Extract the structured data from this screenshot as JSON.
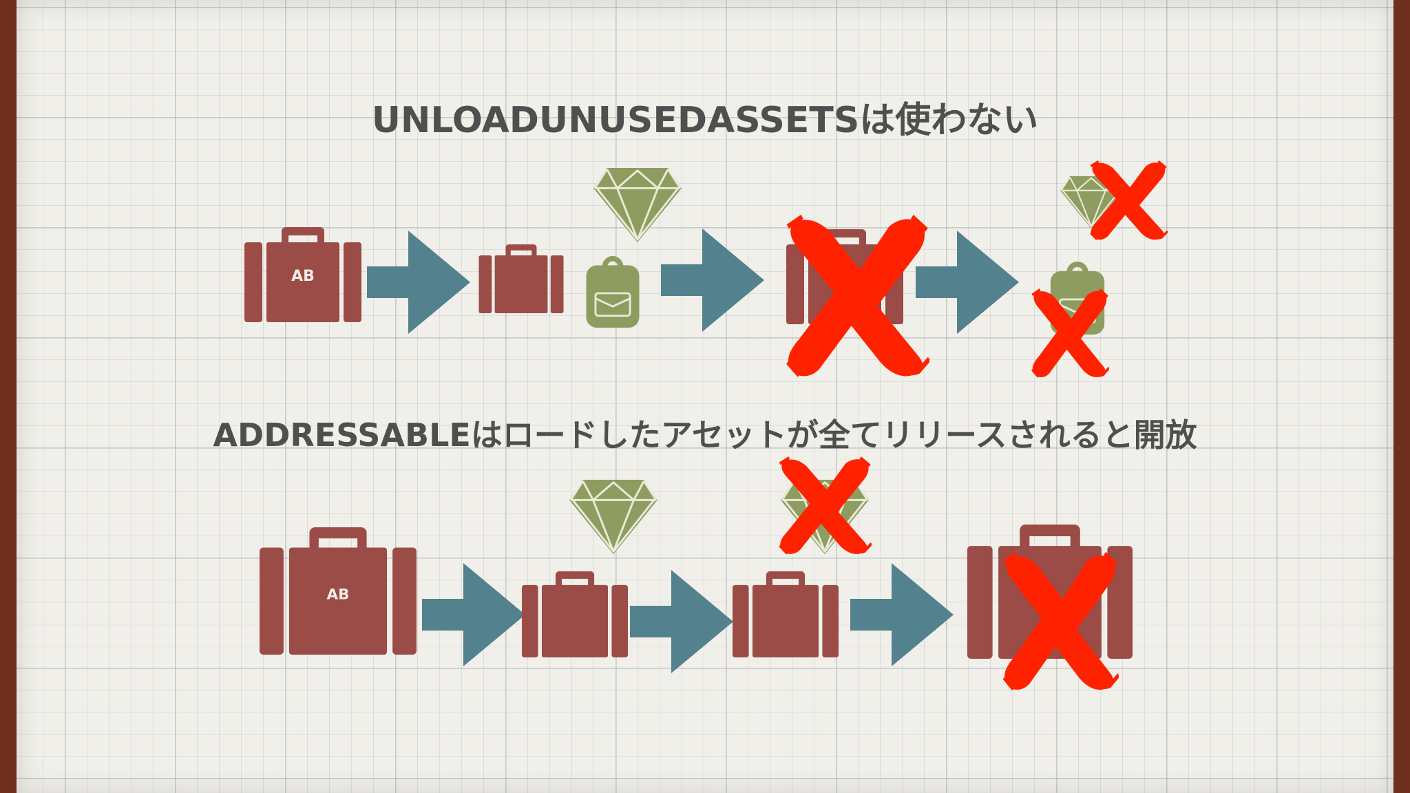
{
  "title_top": "UNLOADUNUSEDASSETSは使わない",
  "title_bottom": "ADDRESSABLEはロードしたアセットが全てリリースされると開放",
  "bundle_label": "AB",
  "colors": {
    "suitcase": "#9b4c47",
    "arrow": "#53818d",
    "asset": "#8f9c5f",
    "cross": "#ff2200",
    "text": "#4f4f4f"
  },
  "icons": [
    "suitcase-icon",
    "arrow-right-icon",
    "diamond-icon",
    "backpack-icon",
    "cross-mark-icon"
  ]
}
